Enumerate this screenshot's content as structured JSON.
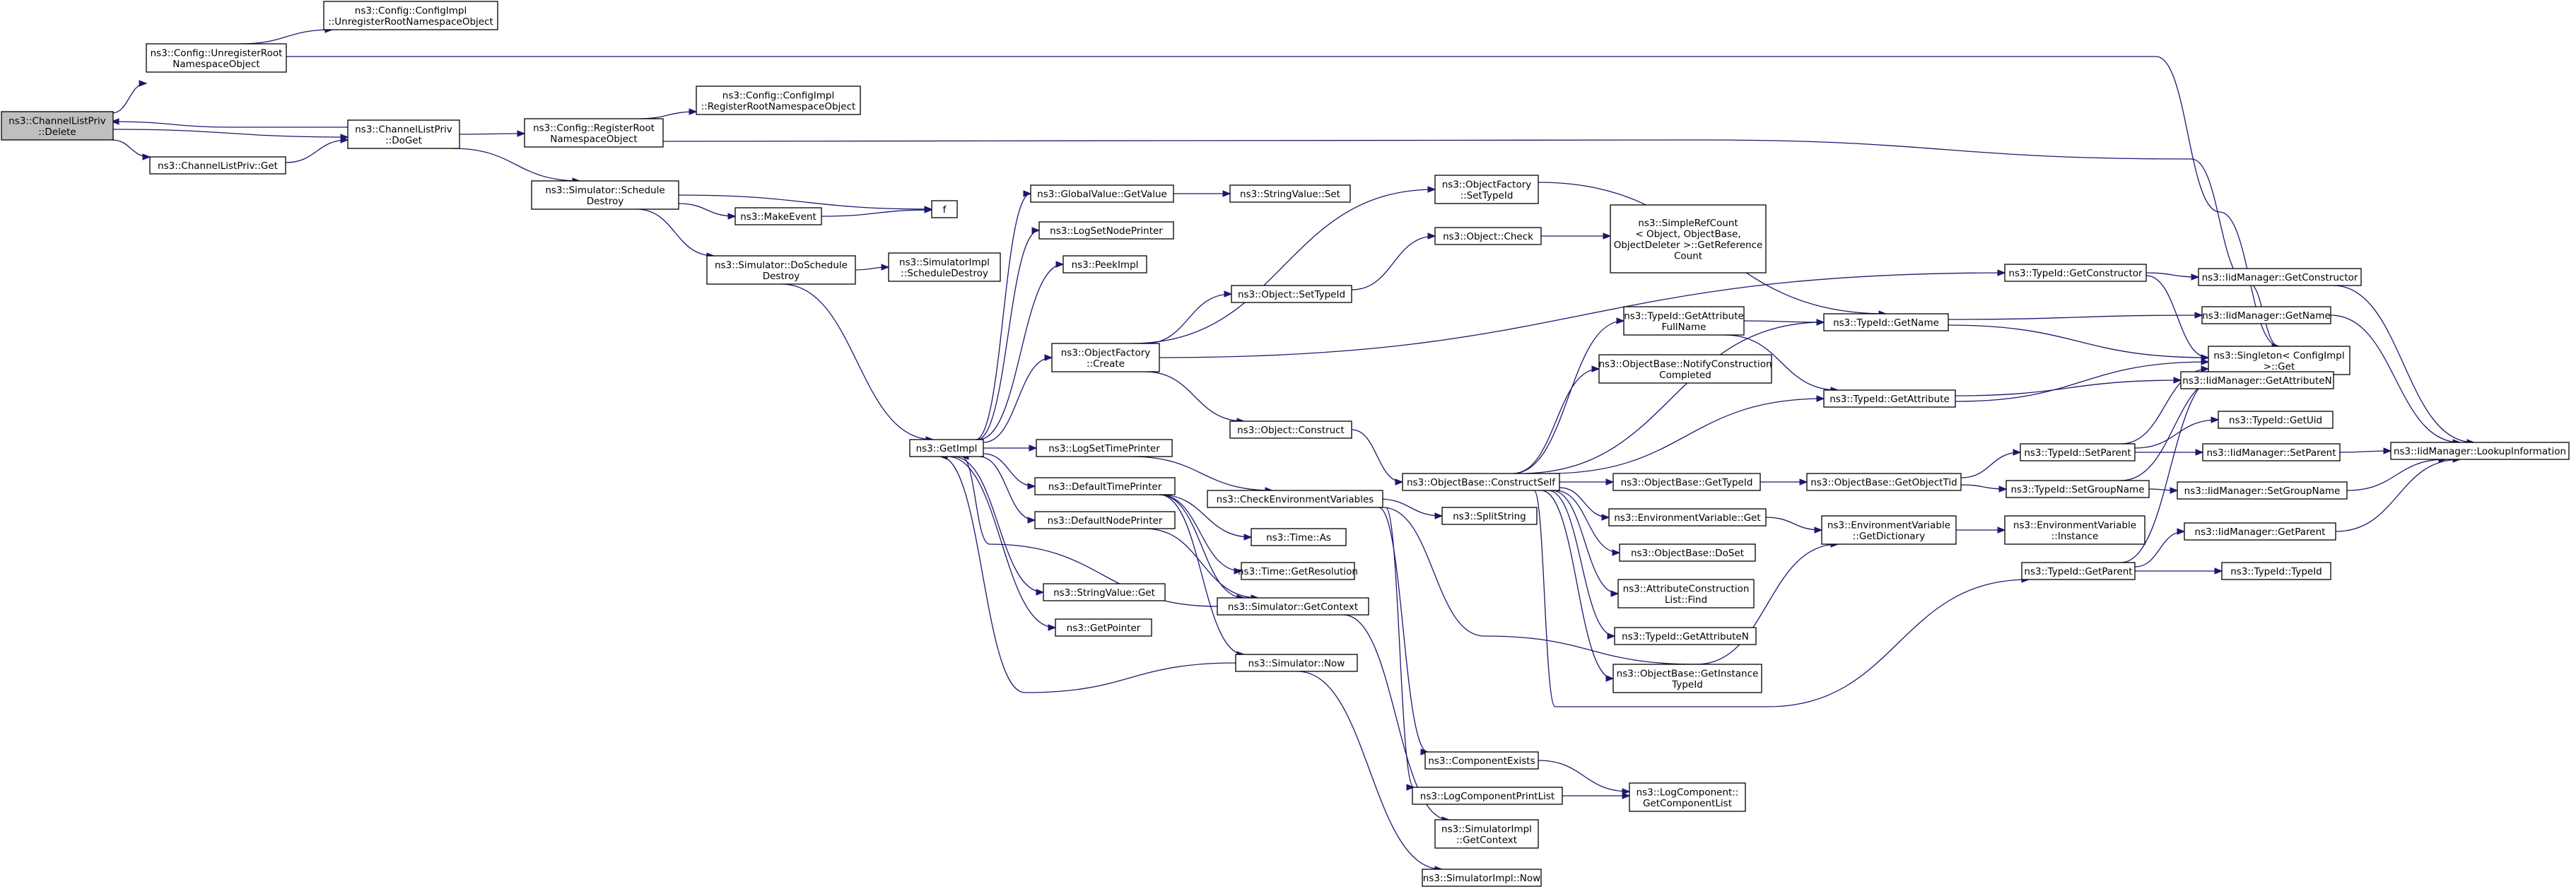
{
  "colors": {
    "edge": "#191970",
    "node_fill": "#ffffff",
    "root_fill": "#bfbfbf",
    "node_border": "#000000",
    "background": "#ffffff"
  },
  "nodes": [
    {
      "id": "delete",
      "label": "ns3::ChannelListPriv\n::Delete",
      "root": true
    },
    {
      "id": "unreg_root",
      "label": "ns3::Config::UnregisterRoot\nNamespaceObject"
    },
    {
      "id": "chlp_get",
      "label": "ns3::ChannelListPriv::Get"
    },
    {
      "id": "cfg_unreg",
      "label": "ns3::Config::ConfigImpl\n::UnregisterRootNamespaceObject"
    },
    {
      "id": "doget",
      "label": "ns3::ChannelListPriv\n::DoGet"
    },
    {
      "id": "reg_root",
      "label": "ns3::Config::RegisterRoot\nNamespaceObject"
    },
    {
      "id": "cfg_reg",
      "label": "ns3::Config::ConfigImpl\n::RegisterRootNamespaceObject"
    },
    {
      "id": "sched_destroy",
      "label": "ns3::Simulator::Schedule\nDestroy"
    },
    {
      "id": "make_event",
      "label": "ns3::MakeEvent"
    },
    {
      "id": "f",
      "label": "f"
    },
    {
      "id": "do_sched",
      "label": "ns3::Simulator::DoSchedule\nDestroy"
    },
    {
      "id": "simimpl_sd",
      "label": "ns3::SimulatorImpl\n::ScheduleDestroy"
    },
    {
      "id": "getimpl",
      "label": "ns3::GetImpl"
    },
    {
      "id": "gv_getvalue",
      "label": "ns3::GlobalValue::GetValue"
    },
    {
      "id": "strval_set",
      "label": "ns3::StringValue::Set"
    },
    {
      "id": "log_set_node",
      "label": "ns3::LogSetNodePrinter"
    },
    {
      "id": "peekimpl",
      "label": "ns3::PeekImpl"
    },
    {
      "id": "objf_create",
      "label": "ns3::ObjectFactory\n::Create"
    },
    {
      "id": "log_set_time",
      "label": "ns3::LogSetTimePrinter"
    },
    {
      "id": "def_time",
      "label": "ns3::DefaultTimePrinter"
    },
    {
      "id": "def_node",
      "label": "ns3::DefaultNodePrinter"
    },
    {
      "id": "strval_get",
      "label": "ns3::StringValue::Get"
    },
    {
      "id": "getpointer",
      "label": "ns3::GetPointer"
    },
    {
      "id": "objf_settypeid",
      "label": "ns3::ObjectFactory\n::SetTypeId"
    },
    {
      "id": "obj_check",
      "label": "ns3::Object::Check"
    },
    {
      "id": "simplerefcount",
      "label": "ns3::SimpleRefCount\n< Object, ObjectBase,\nObjectDeleter >::GetReference\nCount"
    },
    {
      "id": "obj_settypeid",
      "label": "ns3::Object::SetTypeId"
    },
    {
      "id": "obj_construct",
      "label": "ns3::Object::Construct"
    },
    {
      "id": "check_env",
      "label": "ns3::CheckEnvironmentVariables"
    },
    {
      "id": "time_as",
      "label": "ns3::Time::As"
    },
    {
      "id": "time_getres",
      "label": "ns3::Time::GetResolution"
    },
    {
      "id": "sim_getctx",
      "label": "ns3::Simulator::GetContext"
    },
    {
      "id": "sim_now",
      "label": "ns3::Simulator::Now"
    },
    {
      "id": "comp_exists",
      "label": "ns3::ComponentExists"
    },
    {
      "id": "log_comp_print",
      "label": "ns3::LogComponentPrintList"
    },
    {
      "id": "simimpl_getctx",
      "label": "ns3::SimulatorImpl\n::GetContext"
    },
    {
      "id": "simimpl_now",
      "label": "ns3::SimulatorImpl::Now"
    },
    {
      "id": "logcomp_getlist",
      "label": "ns3::LogComponent::\nGetComponentList"
    },
    {
      "id": "obase_cself",
      "label": "ns3::ObjectBase::ConstructSelf"
    },
    {
      "id": "splitstring",
      "label": "ns3::SplitString"
    },
    {
      "id": "tid_getattrfull",
      "label": "ns3::TypeId::GetAttribute\nFullName"
    },
    {
      "id": "obase_notify",
      "label": "ns3::ObjectBase::NotifyConstruction\nCompleted"
    },
    {
      "id": "obase_gettypeid",
      "label": "ns3::ObjectBase::GetTypeId"
    },
    {
      "id": "envvar_get",
      "label": "ns3::EnvironmentVariable::Get"
    },
    {
      "id": "obase_doset",
      "label": "ns3::ObjectBase::DoSet"
    },
    {
      "id": "attr_find",
      "label": "ns3::AttributeConstruction\nList::Find"
    },
    {
      "id": "tid_getattrn",
      "label": "ns3::TypeId::GetAttributeN"
    },
    {
      "id": "obase_getinst",
      "label": "ns3::ObjectBase::GetInstance\nTypeId"
    },
    {
      "id": "tid_getname",
      "label": "ns3::TypeId::GetName"
    },
    {
      "id": "tid_getattr",
      "label": "ns3::TypeId::GetAttribute"
    },
    {
      "id": "obase_getobjtid",
      "label": "ns3::ObjectBase::GetObjectTid"
    },
    {
      "id": "envvar_getdict",
      "label": "ns3::EnvironmentVariable\n::GetDictionary"
    },
    {
      "id": "tid_getctor",
      "label": "ns3::TypeId::GetConstructor"
    },
    {
      "id": "tid_setparent",
      "label": "ns3::TypeId::SetParent"
    },
    {
      "id": "tid_setgroup",
      "label": "ns3::TypeId::SetGroupName"
    },
    {
      "id": "envvar_inst",
      "label": "ns3::EnvironmentVariable\n::Instance"
    },
    {
      "id": "tid_getparent",
      "label": "ns3::TypeId::GetParent"
    },
    {
      "id": "iid_getctor",
      "label": "ns3::IidManager::GetConstructor"
    },
    {
      "id": "iid_getname",
      "label": "ns3::IidManager::GetName"
    },
    {
      "id": "singleton_get",
      "label": "ns3::Singleton< ConfigImpl\n>::Get"
    },
    {
      "id": "iid_getattrn",
      "label": "ns3::IidManager::GetAttributeN"
    },
    {
      "id": "tid_getuid",
      "label": "ns3::TypeId::GetUid"
    },
    {
      "id": "iid_setparent",
      "label": "ns3::IidManager::SetParent"
    },
    {
      "id": "iid_setgroup",
      "label": "ns3::IidManager::SetGroupName"
    },
    {
      "id": "iid_getparent",
      "label": "ns3::IidManager::GetParent"
    },
    {
      "id": "tid_typeid",
      "label": "ns3::TypeId::TypeId"
    },
    {
      "id": "iid_lookup",
      "label": "ns3::IidManager::LookupInformation"
    }
  ]
}
